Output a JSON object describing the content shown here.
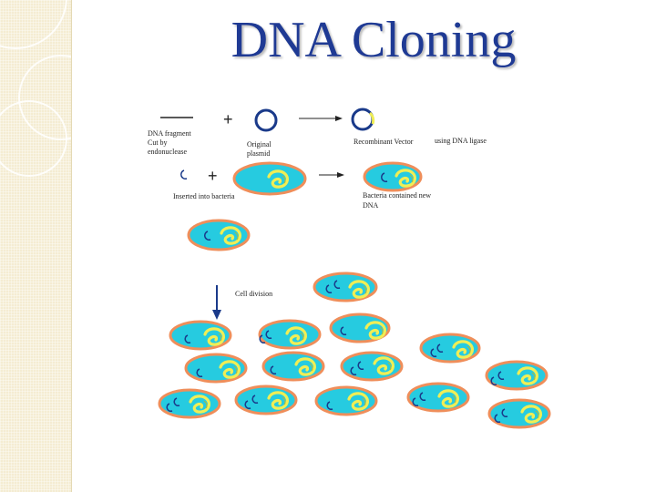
{
  "title": "DNA Cloning",
  "labels": {
    "fragment": [
      "DNA fragment",
      "Cut by",
      "endonuclease"
    ],
    "plasmid": [
      "Original",
      "plasmid"
    ],
    "recombinant": "Recombinant Vector",
    "ligase": "using DNA ligase",
    "inserted": "Inserted into bacteria",
    "contained": [
      "Bacteria contained new",
      "DNA"
    ],
    "division": "Cell division",
    "plus": "+"
  },
  "colors": {
    "cell_fill": "#26cbe0",
    "cell_border": "#ef8e5a",
    "chromosome": "#f0ee55",
    "plasmid": "#1a3a8a",
    "title": "#1f3a94"
  }
}
